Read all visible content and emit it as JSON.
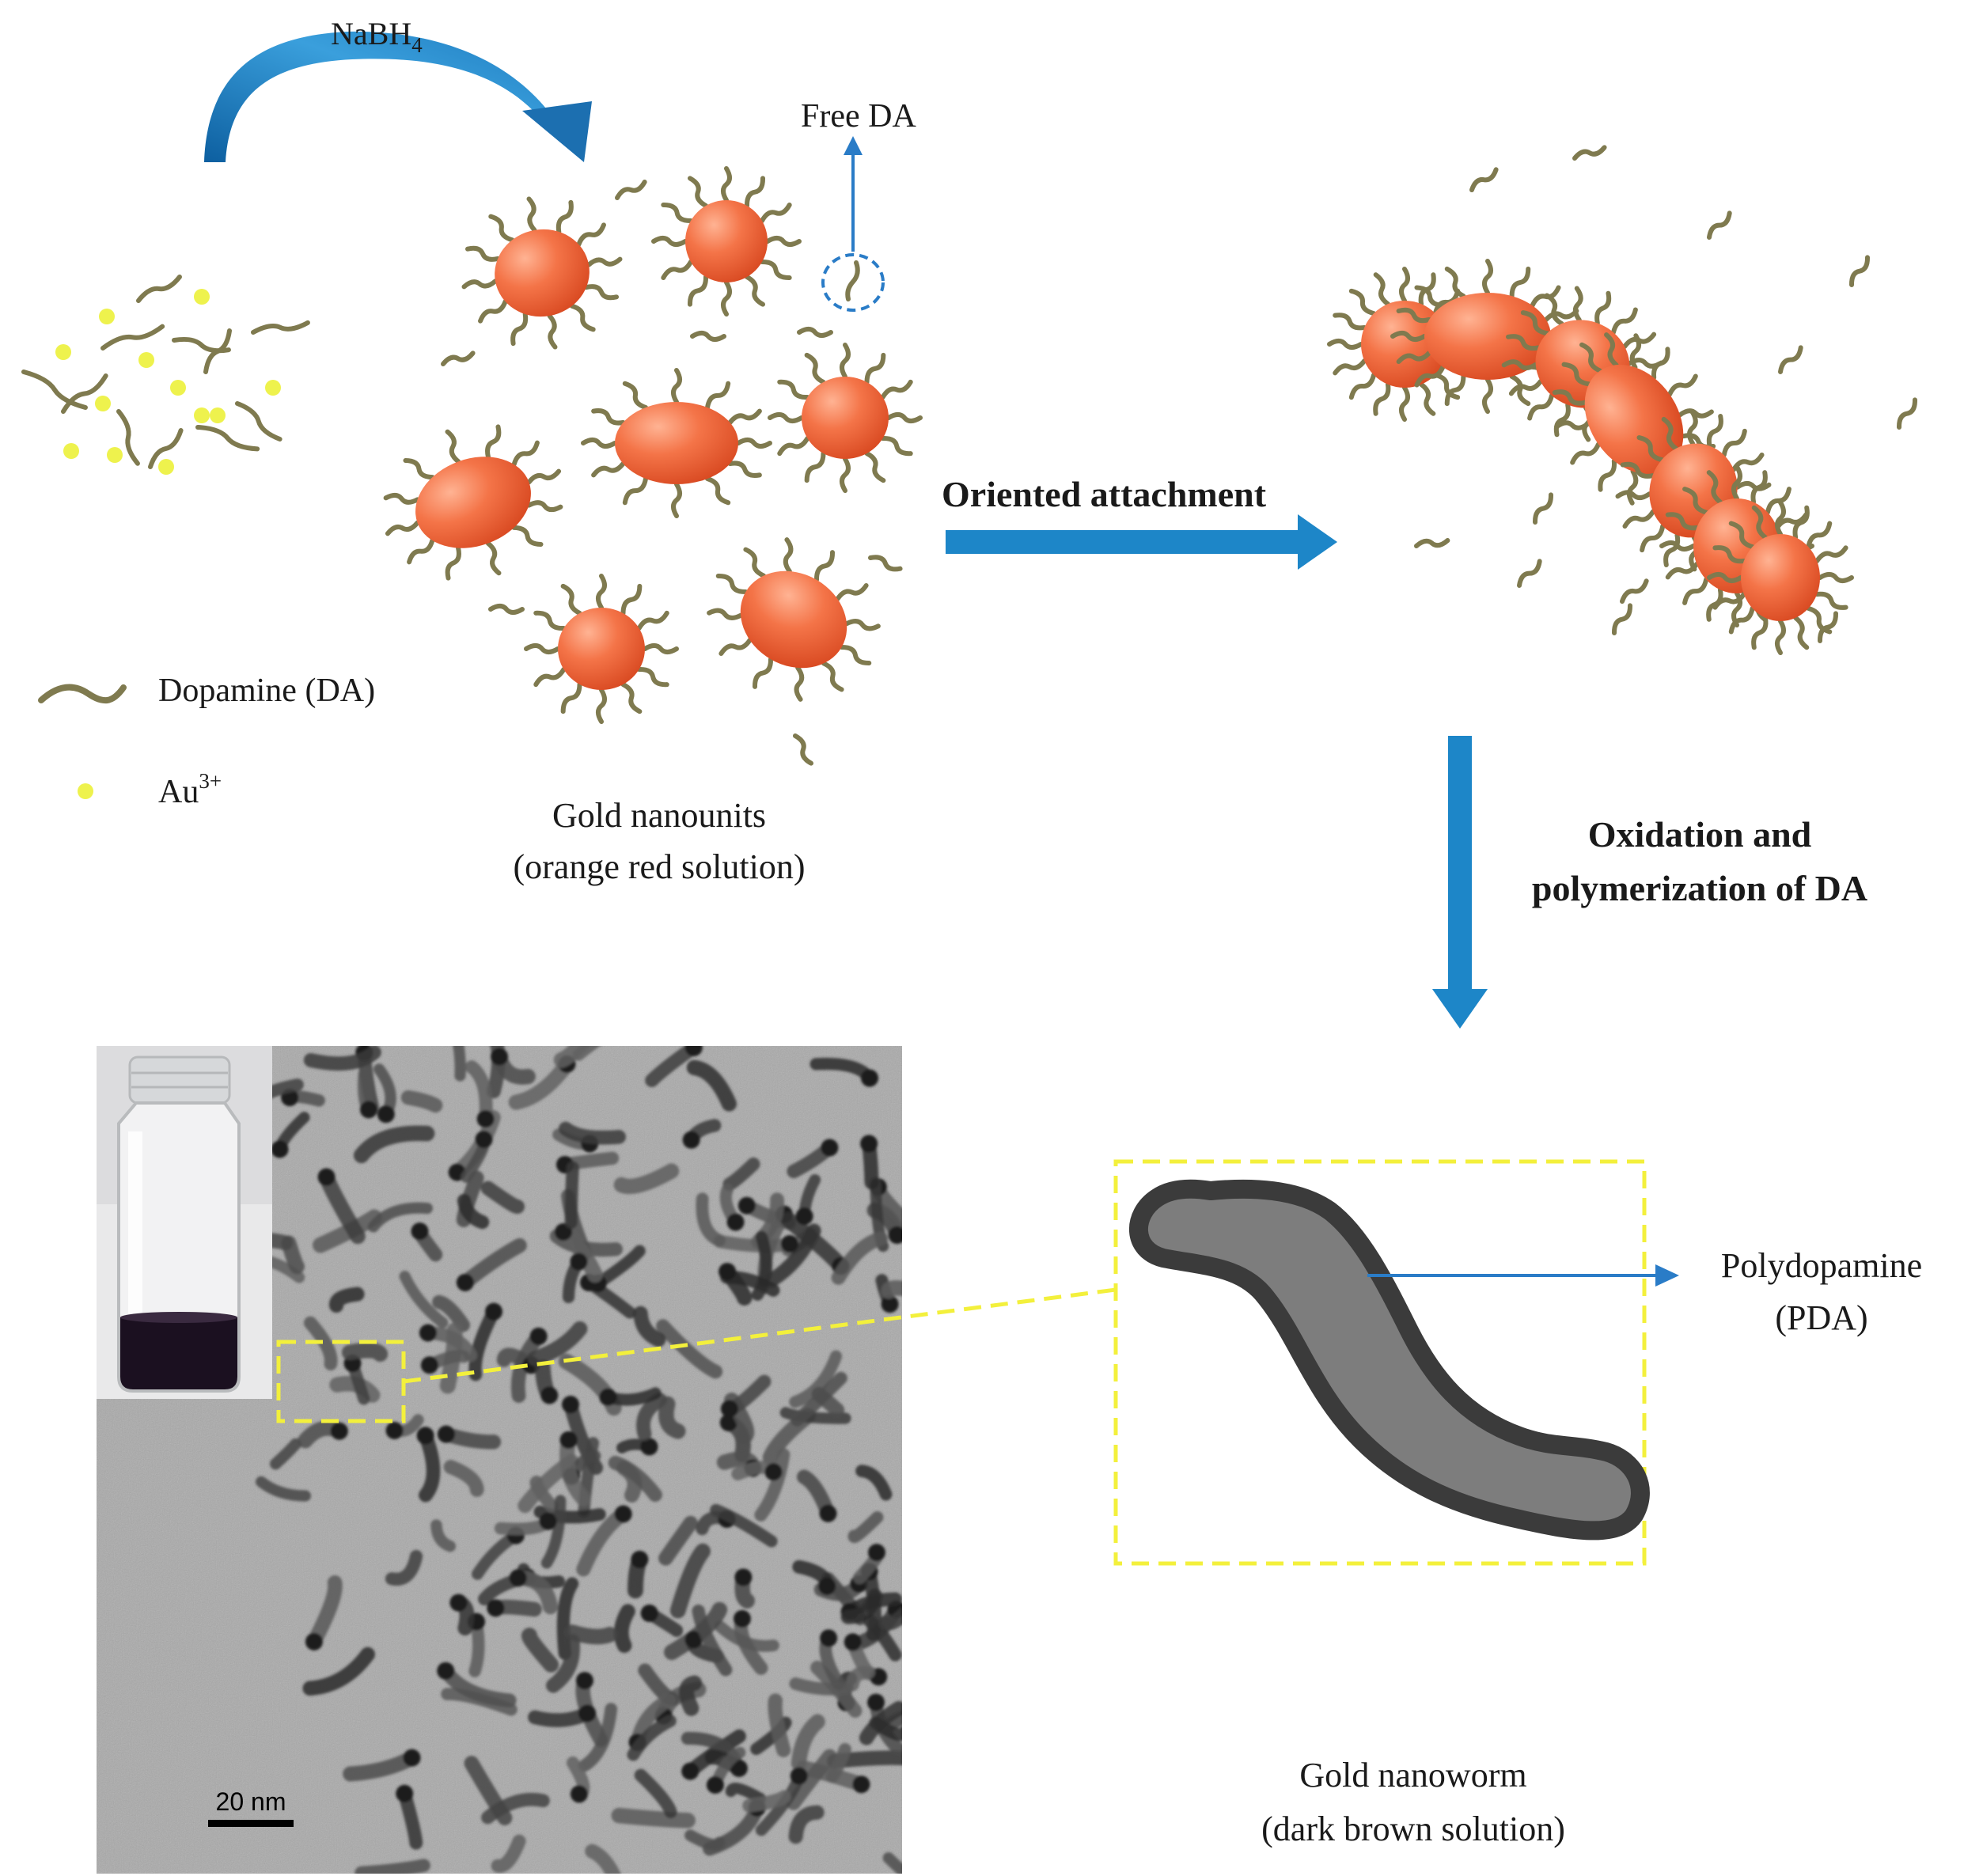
{
  "reagent": {
    "text": "NaBH",
    "sub": "4"
  },
  "free_da": "Free DA",
  "legend": {
    "dopamine": "Dopamine (DA)",
    "au": {
      "text": "Au",
      "sup": "3+"
    }
  },
  "nanounits": {
    "line1": "Gold nanounits",
    "line2": "(orange red solution)"
  },
  "step1": "Oriented attachment",
  "step2": {
    "line1": "Oxidation and",
    "line2": "polymerization of DA"
  },
  "pda": {
    "line1": "Polydopamine",
    "line2": "(PDA)"
  },
  "nanoworm": {
    "line1": "Gold nanoworm",
    "line2": "(dark brown solution)"
  },
  "scale_bar": "20 nm",
  "colors": {
    "particle": "#f06d45",
    "ligand": "#7f7a4f",
    "au_ion": "#eef24d",
    "arrow_blue": "#1d86c8",
    "curved_arrow": "#1c6fb0",
    "yellow_dash": "#f3f03c",
    "pda_shell": "#3b3b3b",
    "pda_core": "#7d7d7d"
  }
}
